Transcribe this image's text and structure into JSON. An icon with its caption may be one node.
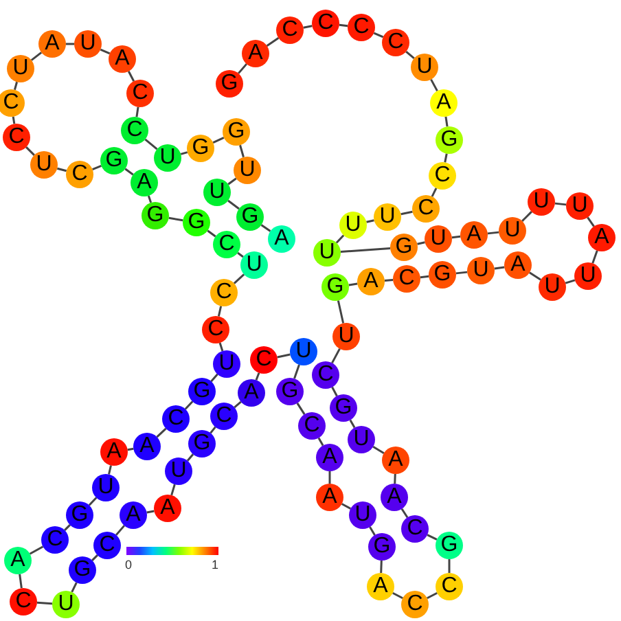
{
  "diagram": {
    "nodes": [
      {
        "text": [
          "G"
        ]
      },
      {
        "text": [
          "A"
        ]
      },
      {
        "text": [
          "C"
        ]
      },
      {
        "text": [
          "C"
        ]
      },
      {
        "text": [
          "C"
        ]
      },
      {
        "text": [
          "C"
        ]
      },
      {
        "text": [
          "U"
        ]
      },
      {
        "text": [
          "A"
        ]
      },
      {
        "text": [
          "G"
        ]
      },
      {
        "text": [
          "C"
        ]
      },
      {
        "text": [
          "C"
        ]
      },
      {
        "text": [
          "U"
        ]
      },
      {
        "text": [
          "U"
        ]
      },
      {
        "text": [
          "U"
        ]
      },
      {
        "text": [
          "G"
        ]
      },
      {
        "text": [
          "U"
        ]
      },
      {
        "text": [
          "A"
        ]
      },
      {
        "text": [
          "U"
        ]
      },
      {
        "text": [
          "U"
        ]
      },
      {
        "text": [
          "U"
        ]
      },
      {
        "text": [
          "A"
        ]
      },
      {
        "text": [
          "U"
        ]
      },
      {
        "text": [
          "U"
        ]
      },
      {
        "text": [
          "A"
        ]
      },
      {
        "text": [
          "U"
        ]
      },
      {
        "text": [
          "G"
        ]
      },
      {
        "text": [
          "C"
        ]
      },
      {
        "text": [
          "A"
        ]
      },
      {
        "text": [
          "G"
        ]
      },
      {
        "text": [
          "U"
        ]
      },
      {
        "text": [
          "C"
        ]
      },
      {
        "text": [
          "G"
        ]
      },
      {
        "text": [
          "U"
        ]
      },
      {
        "text": [
          "A"
        ]
      },
      {
        "text": [
          "A"
        ]
      },
      {
        "text": [
          "C"
        ]
      },
      {
        "text": [
          "G"
        ]
      },
      {
        "text": [
          "C"
        ]
      },
      {
        "text": [
          "C"
        ]
      },
      {
        "text": [
          "A"
        ]
      },
      {
        "text": [
          "G"
        ]
      },
      {
        "text": [
          "U"
        ]
      },
      {
        "text": [
          "A"
        ]
      },
      {
        "text": [
          "A"
        ]
      },
      {
        "text": [
          "C"
        ]
      },
      {
        "text": [
          "G"
        ]
      },
      {
        "text": [
          "U"
        ]
      },
      {
        "text": [
          "C"
        ]
      },
      {
        "text": [
          "A"
        ]
      },
      {
        "text": [
          "C"
        ]
      },
      {
        "text": [
          "G"
        ]
      },
      {
        "text": [
          "U"
        ]
      },
      {
        "text": [
          "A"
        ]
      },
      {
        "text": [
          "A"
        ]
      },
      {
        "text": [
          "C"
        ]
      },
      {
        "text": [
          "G"
        ]
      },
      {
        "text": [
          "U"
        ]
      },
      {
        "text": [
          "C"
        ]
      },
      {
        "text": [
          "A"
        ]
      },
      {
        "text": [
          "C"
        ]
      },
      {
        "text": [
          "G"
        ]
      },
      {
        "text": [
          "U"
        ]
      },
      {
        "text": [
          "A"
        ]
      },
      {
        "text": [
          "A"
        ]
      },
      {
        "text": [
          "C"
        ]
      },
      {
        "text": [
          "G"
        ]
      },
      {
        "text": [
          "U"
        ]
      },
      {
        "text": [
          "C"
        ]
      },
      {
        "text": [
          "C"
        ]
      },
      {
        "text": [
          "U"
        ]
      },
      {
        "text": [
          "C"
        ]
      },
      {
        "text": [
          "G"
        ]
      },
      {
        "text": [
          "G"
        ]
      },
      {
        "text": [
          "A"
        ]
      },
      {
        "text": [
          "G"
        ]
      },
      {
        "text": [
          "C"
        ]
      },
      {
        "text": [
          "U"
        ]
      },
      {
        "text": [
          "C"
        ]
      },
      {
        "text": [
          "C"
        ]
      },
      {
        "text": [
          "U"
        ]
      },
      {
        "text": [
          "A"
        ]
      },
      {
        "text": [
          "U"
        ]
      },
      {
        "text": [
          "A"
        ]
      },
      {
        "text": [
          "C"
        ]
      },
      {
        "text": [
          "C"
        ]
      },
      {
        "text": [
          "U"
        ]
      },
      {
        "text": [
          "G"
        ]
      },
      {
        "text": [
          "G"
        ]
      },
      {
        "text": [
          "U"
        ]
      },
      {
        "text": [
          "U"
        ]
      },
      {
        "text": [
          "G"
        ]
      },
      {
        "text": [
          "A"
        ]
      }
    ],
    "edges": [
      {
        "from": 0,
        "to": 1,
        "arrow": "none"
      },
      {
        "from": 1,
        "to": 2,
        "arrow": "none"
      },
      {
        "from": 2,
        "to": 3,
        "arrow": "none"
      },
      {
        "from": 3,
        "to": 4,
        "arrow": "none"
      },
      {
        "from": 4,
        "to": 5,
        "arrow": "none"
      },
      {
        "from": 5,
        "to": 6,
        "arrow": "none"
      },
      {
        "from": 6,
        "to": 7,
        "arrow": "none"
      },
      {
        "from": 7,
        "to": 8,
        "arrow": "none"
      },
      {
        "from": 8,
        "to": 9,
        "arrow": "none"
      },
      {
        "from": 9,
        "to": 10,
        "arrow": "none"
      },
      {
        "from": 10,
        "to": 11,
        "arrow": "none"
      },
      {
        "from": 11,
        "to": 12,
        "arrow": "none"
      },
      {
        "from": 12,
        "to": 13,
        "arrow": "none"
      },
      {
        "from": 13,
        "to": 14,
        "arrow": "none"
      },
      {
        "from": 14,
        "to": 15,
        "arrow": "none"
      },
      {
        "from": 15,
        "to": 16,
        "arrow": "none"
      },
      {
        "from": 16,
        "to": 17,
        "arrow": "none"
      },
      {
        "from": 17,
        "to": 18,
        "arrow": "none"
      },
      {
        "from": 18,
        "to": 19,
        "arrow": "none"
      },
      {
        "from": 19,
        "to": 20,
        "arrow": "none"
      },
      {
        "from": 20,
        "to": 21,
        "arrow": "none"
      },
      {
        "from": 21,
        "to": 22,
        "arrow": "none"
      },
      {
        "from": 22,
        "to": 23,
        "arrow": "none"
      },
      {
        "from": 23,
        "to": 24,
        "arrow": "none"
      },
      {
        "from": 24,
        "to": 25,
        "arrow": "none"
      },
      {
        "from": 25,
        "to": 26,
        "arrow": "none"
      },
      {
        "from": 26,
        "to": 27,
        "arrow": "none"
      },
      {
        "from": 27,
        "to": 28,
        "arrow": "none"
      },
      {
        "from": 28,
        "to": 29,
        "arrow": "none"
      },
      {
        "from": 29,
        "to": 30,
        "arrow": "none"
      },
      {
        "from": 30,
        "to": 31,
        "arrow": "none"
      },
      {
        "from": 31,
        "to": 32,
        "arrow": "none"
      },
      {
        "from": 32,
        "to": 33,
        "arrow": "none"
      },
      {
        "from": 33,
        "to": 34,
        "arrow": "none"
      },
      {
        "from": 34,
        "to": 35,
        "arrow": "none"
      },
      {
        "from": 35,
        "to": 36,
        "arrow": "none"
      },
      {
        "from": 36,
        "to": 37,
        "arrow": "none"
      },
      {
        "from": 37,
        "to": 38,
        "arrow": "none"
      },
      {
        "from": 38,
        "to": 39,
        "arrow": "none"
      },
      {
        "from": 39,
        "to": 40,
        "arrow": "none"
      },
      {
        "from": 40,
        "to": 41,
        "arrow": "none"
      },
      {
        "from": 41,
        "to": 42,
        "arrow": "none"
      },
      {
        "from": 42,
        "to": 43,
        "arrow": "none"
      },
      {
        "from": 43,
        "to": 44,
        "arrow": "none"
      },
      {
        "from": 44,
        "to": 45,
        "arrow": "none"
      },
      {
        "from": 45,
        "to": 46,
        "arrow": "none"
      },
      {
        "from": 46,
        "to": 47,
        "arrow": "none"
      },
      {
        "from": 47,
        "to": 48,
        "arrow": "none"
      },
      {
        "from": 48,
        "to": 49,
        "arrow": "none"
      },
      {
        "from": 49,
        "to": 50,
        "arrow": "none"
      },
      {
        "from": 50,
        "to": 51,
        "arrow": "none"
      },
      {
        "from": 51,
        "to": 52,
        "arrow": "none"
      },
      {
        "from": 52,
        "to": 53,
        "arrow": "none"
      },
      {
        "from": 53,
        "to": 54,
        "arrow": "none"
      },
      {
        "from": 54,
        "to": 55,
        "arrow": "none"
      },
      {
        "from": 55,
        "to": 56,
        "arrow": "none"
      },
      {
        "from": 56,
        "to": 57,
        "arrow": "none"
      },
      {
        "from": 57,
        "to": 58,
        "arrow": "none"
      },
      {
        "from": 58,
        "to": 59,
        "arrow": "none"
      },
      {
        "from": 59,
        "to": 60,
        "arrow": "none"
      },
      {
        "from": 60,
        "to": 61,
        "arrow": "none"
      },
      {
        "from": 61,
        "to": 62,
        "arrow": "none"
      },
      {
        "from": 62,
        "to": 63,
        "arrow": "none"
      },
      {
        "from": 63,
        "to": 64,
        "arrow": "none"
      },
      {
        "from": 64,
        "to": 65,
        "arrow": "none"
      },
      {
        "from": 65,
        "to": 66,
        "arrow": "none"
      },
      {
        "from": 66,
        "to": 67,
        "arrow": "none"
      },
      {
        "from": 67,
        "to": 68,
        "arrow": "none"
      },
      {
        "from": 68,
        "to": 69,
        "arrow": "none"
      },
      {
        "from": 69,
        "to": 70,
        "arrow": "none"
      },
      {
        "from": 70,
        "to": 71,
        "arrow": "none"
      },
      {
        "from": 71,
        "to": 72,
        "arrow": "none"
      },
      {
        "from": 72,
        "to": 73,
        "arrow": "none"
      },
      {
        "from": 73,
        "to": 74,
        "arrow": "none"
      },
      {
        "from": 74,
        "to": 75,
        "arrow": "none"
      },
      {
        "from": 75,
        "to": 76,
        "arrow": "none"
      },
      {
        "from": 76,
        "to": 77,
        "arrow": "none"
      },
      {
        "from": 77,
        "to": 78,
        "arrow": "none"
      },
      {
        "from": 78,
        "to": 79,
        "arrow": "none"
      },
      {
        "from": 79,
        "to": 80,
        "arrow": "none"
      },
      {
        "from": 80,
        "to": 81,
        "arrow": "none"
      },
      {
        "from": 81,
        "to": 82,
        "arrow": "none"
      },
      {
        "from": 82,
        "to": 83,
        "arrow": "none"
      },
      {
        "from": 83,
        "to": 84,
        "arrow": "none"
      },
      {
        "from": 84,
        "to": 85,
        "arrow": "none"
      },
      {
        "from": 85,
        "to": 86,
        "arrow": "none"
      },
      {
        "from": 86,
        "to": 87,
        "arrow": "none"
      },
      {
        "from": 87,
        "to": 88,
        "arrow": "none"
      },
      {
        "from": 88,
        "to": 89,
        "arrow": "none"
      },
      {
        "from": 89,
        "to": 90,
        "arrow": "none"
      },
      {
        "from": 90,
        "to": 91,
        "arrow": "none"
      }
    ],
    "labels": [
      "0",
      "1"
    ]
  }
}
